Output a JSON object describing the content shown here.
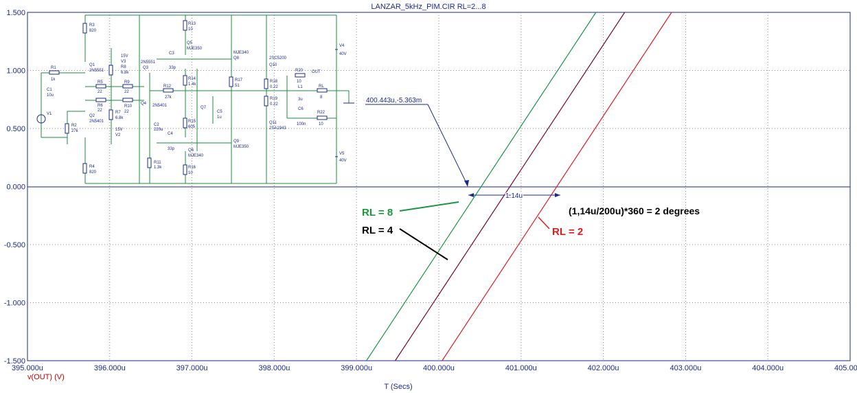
{
  "window_title": "LANZAR_5kHz_PIM.CIR RL=2...8",
  "chart_data": {
    "type": "line",
    "title": "LANZAR_5kHz_PIM.CIR RL=2...8",
    "xlabel": "T (Secs)",
    "ylabel": "v(OUT) (V)",
    "xlim": [
      395.0,
      405.0
    ],
    "x_unit": "u",
    "ylim": [
      -1.5,
      1.5
    ],
    "x_tick_labels": [
      "395.000u",
      "396.000u",
      "397.000u",
      "398.000u",
      "399.000u",
      "400.000u",
      "401.000u",
      "402.000u",
      "403.000u",
      "404.000u",
      "405.000u"
    ],
    "y_tick_labels": [
      "1.500",
      "1.000",
      "0.500",
      "0.000",
      "-0.500",
      "-1.000",
      "-1.500"
    ],
    "y_ticks": [
      1.5,
      1.0,
      0.5,
      0.0,
      -0.5,
      -1.0,
      -1.5
    ],
    "grid": true,
    "series": [
      {
        "name": "RL = 8",
        "color": "#1a9641",
        "x": [
          399.12,
          401.91
        ],
        "y": [
          -1.5,
          1.5
        ]
      },
      {
        "name": "RL = 4",
        "color": "#7a0030",
        "x": [
          399.47,
          402.26
        ],
        "y": [
          -1.5,
          1.5
        ]
      },
      {
        "name": "RL = 2",
        "color": "#e31a1c",
        "x": [
          400.04,
          402.83
        ],
        "y": [
          -1.5,
          1.5
        ]
      }
    ],
    "annotations": {
      "cursor_readout": "400.443u,-5.363m",
      "delta_label": "1.14u",
      "formula": "(1,14u/200u)*360 = 2 degrees",
      "label_rl8": "RL = 8",
      "label_rl4": "RL = 4",
      "label_rl2": "RL = 2"
    }
  },
  "schematic": {
    "components": [
      "R1",
      "1k",
      "C1",
      "10u",
      "V1",
      "R2",
      "27k",
      "R3",
      "820",
      "Q1",
      "2N5551",
      "Q2",
      "2N5401",
      "R5",
      "22",
      "R6",
      "22",
      "R7",
      "6.8k",
      "R8",
      "6.8k",
      "R9",
      "22",
      "R10",
      "22",
      "V2",
      "15V",
      "V3",
      "15V",
      "Q3",
      "2N5551",
      "Q4",
      "2N5401",
      "R4",
      "820",
      "R11",
      "1.3k",
      "C2",
      "220u",
      "R12",
      "27k",
      "R13",
      "10",
      "Q5",
      "MJE350",
      "C3",
      "33p",
      "R14",
      "1.4k",
      "Q7",
      "R15",
      "605",
      "C4",
      "33p",
      "Q6",
      "MJE340",
      "R16",
      "10",
      "C5",
      "1u",
      "Q8",
      "MJE340",
      "R17",
      "51",
      "Q9",
      "MJE350",
      "Q10",
      "2SC5200",
      "Q11",
      "2SA1943",
      "R18",
      "0.22",
      "R19",
      "0.22",
      "R20",
      "10",
      "L1",
      "3u",
      "OUT",
      "RL",
      "8",
      "C6",
      "100n",
      "R22",
      "10",
      "V4",
      "40V",
      "V5",
      "40V"
    ]
  }
}
